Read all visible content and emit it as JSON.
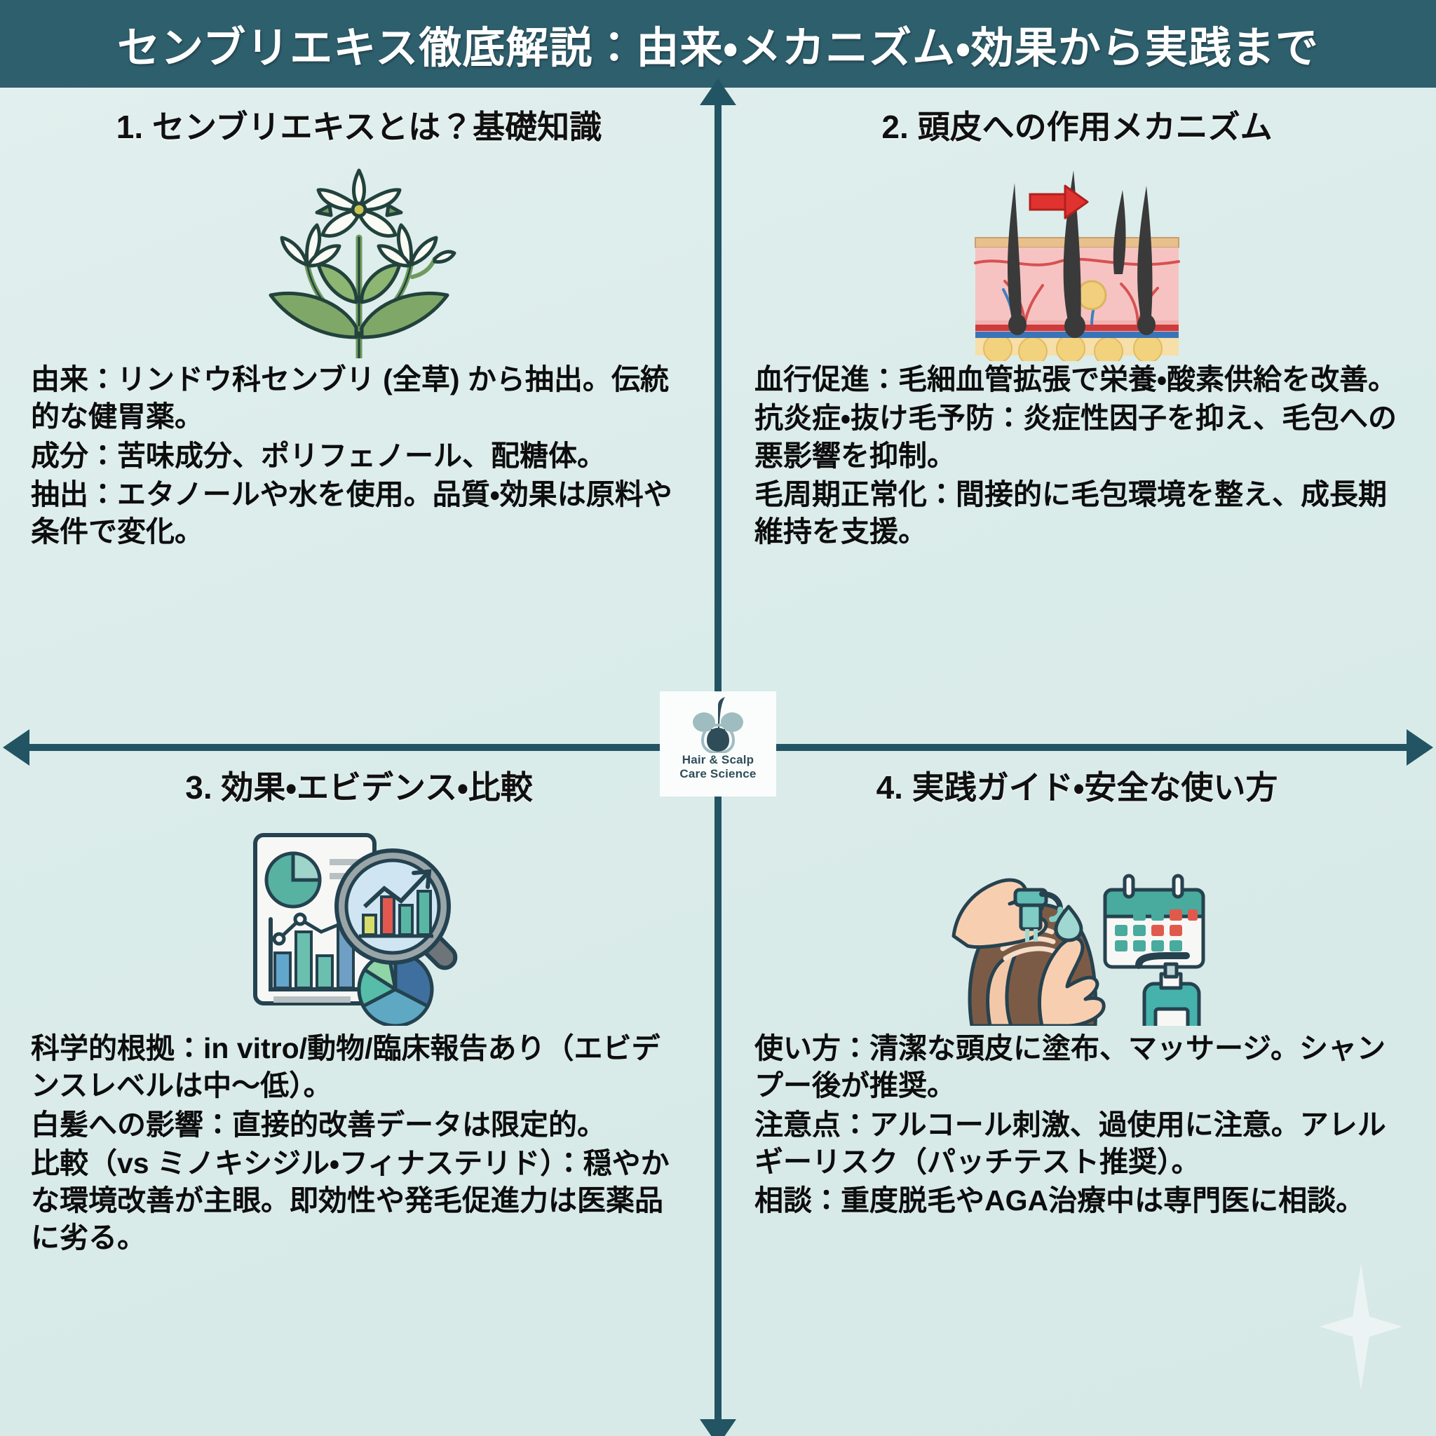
{
  "banner": {
    "title": "センブリエキス徹底解説：由来・メカニズム・効果から実践まで",
    "bg_color": "#2e5f6d"
  },
  "theme": {
    "background": "#dceceb",
    "arrow_color": "#225463",
    "text_color": "#0d0d0d"
  },
  "center_logo": {
    "icon": "hair-follicle-icon",
    "line1": "Hair & Scalp",
    "line2": "Care Science"
  },
  "quadrants": [
    {
      "id": "q1",
      "heading": "1. センブリエキスとは？基礎知識",
      "illustration": "swertia-plant-illustration",
      "lines": [
        "由来：リンドウ科センブリ (全草) から抽出。伝統的な健胃薬。",
        "成分：苦味成分、ポリフェノール、配糖体。",
        "抽出：エタノールや水を使用。品質・効果は原料や条件で変化。"
      ]
    },
    {
      "id": "q2",
      "heading": "2. 頭皮への作用メカニズム",
      "illustration": "scalp-cross-section-illustration",
      "lines": [
        "血行促進：毛細血管拡張で栄養・酸素供給を改善。",
        "抗炎症・抜け毛予防：炎症性因子を抑え、毛包への悪影響を抑制。",
        "毛周期正常化：間接的に毛包環境を整え、成長期維持を支援。"
      ]
    },
    {
      "id": "q3",
      "heading": "3. 効果・エビデンス・比較",
      "illustration": "data-analysis-illustration",
      "lines": [
        "科学的根拠：in vitro/動物/臨床報告あり（エビデンスレベルは中〜低）。",
        "白髪への影響：直接的改善データは限定的。",
        "比較（vs ミノキシジル・フィナステリド）：穏やかな環境改善が主眼。即効性や発毛促進力は医薬品に劣る。"
      ]
    },
    {
      "id": "q4",
      "heading": "4. 実践ガイド・安全な使い方",
      "illustration": "scalp-application-illustration",
      "lines": [
        "使い方：清潔な頭皮に塗布、マッサージ。シャンプー後が推奨。",
        "注意点：アルコール刺激、過使用に注意。アレルギーリスク（パッチテスト推奨）。",
        "相談：重度脱毛やAGA治療中は専門医に相談。"
      ]
    }
  ],
  "decorations": {
    "vertical_arrow": "double-headed-vertical-arrow",
    "horizontal_arrow": "double-headed-horizontal-arrow",
    "sparkle": "sparkle-decoration"
  }
}
